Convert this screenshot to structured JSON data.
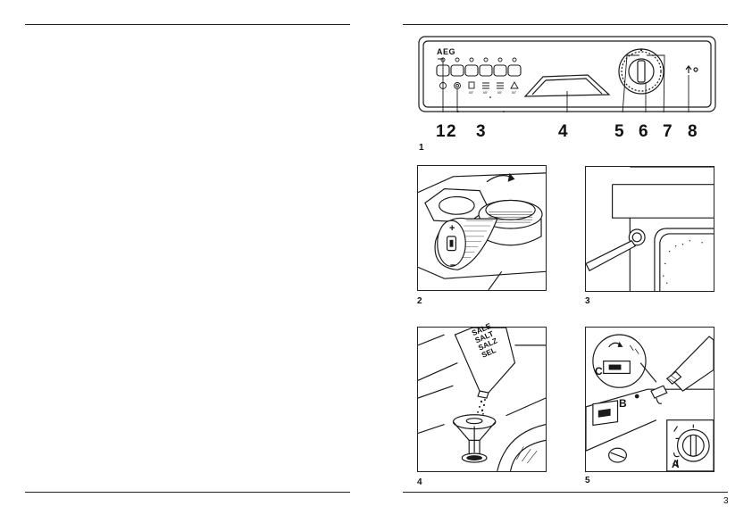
{
  "panel": {
    "brand": "AEG",
    "callouts": [
      "1",
      "2",
      "3",
      "4",
      "5",
      "6",
      "7",
      "8"
    ]
  },
  "figures": {
    "fig1_label": "1",
    "fig2_label": "2",
    "fig3_label": "3",
    "fig4_label": "4",
    "fig5_label": "5"
  },
  "salt_box_lines": [
    "SALE",
    "SALT",
    "SALZ",
    "SEL"
  ],
  "fig2_dial": {
    "plus": "+",
    "minus": "–"
  },
  "fig5_letters": {
    "a": "A",
    "b": "B",
    "c": "C"
  },
  "page_number": "3"
}
